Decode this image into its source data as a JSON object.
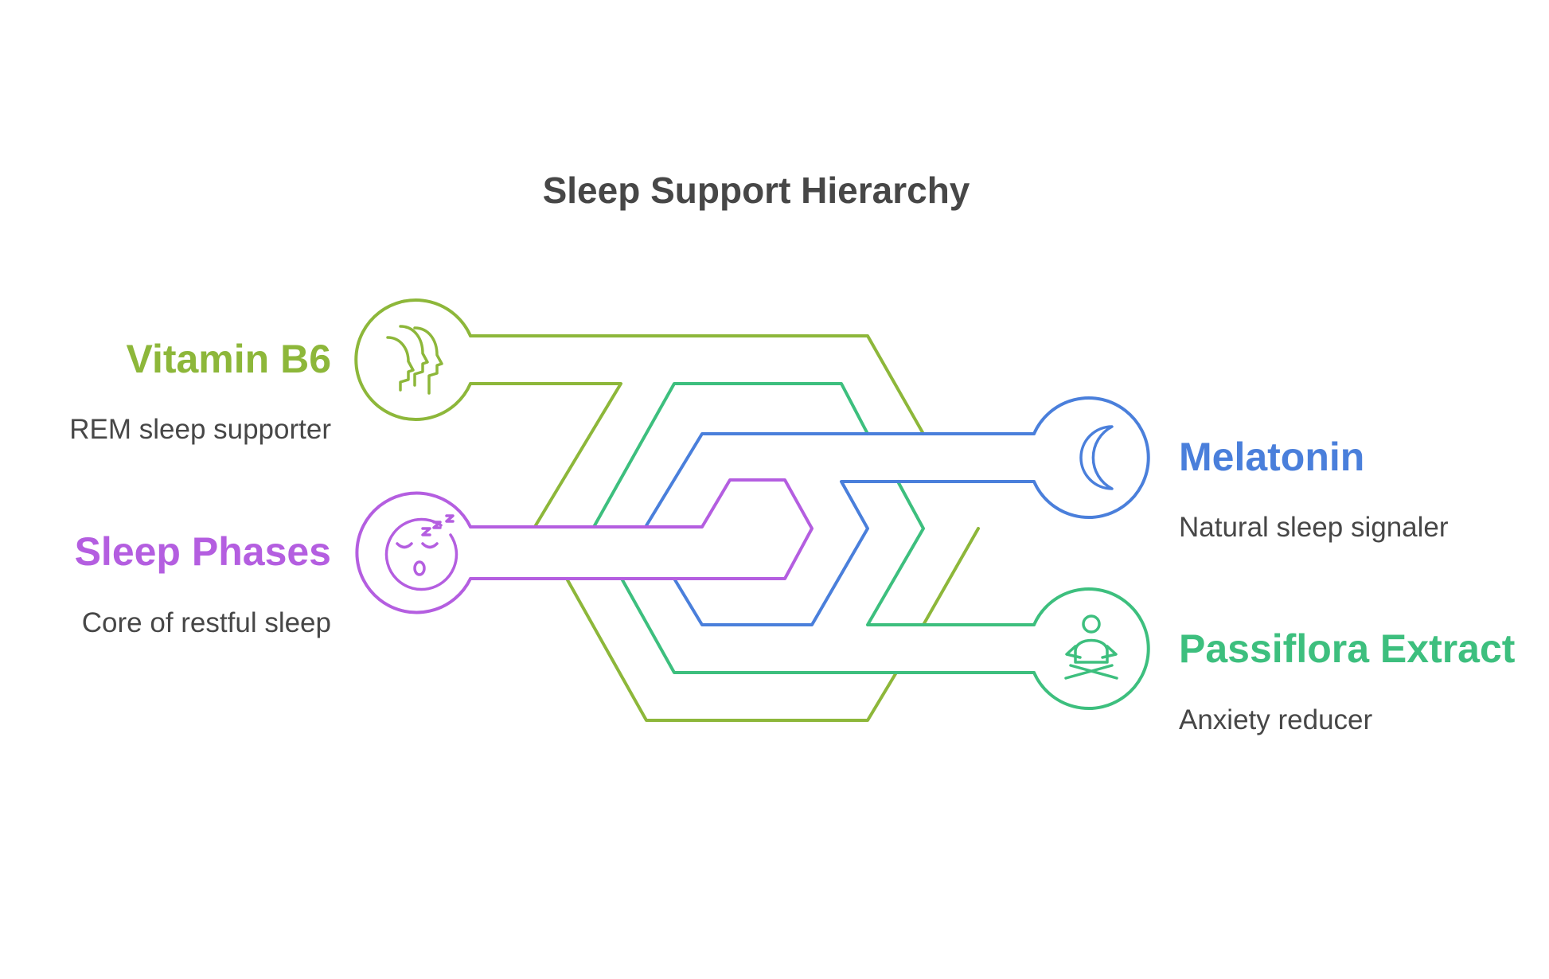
{
  "title": "Sleep Support Hierarchy",
  "items": [
    {
      "key": "vitamin-b6",
      "label": "Vitamin B6",
      "description": "REM sleep supporter",
      "color": "#8DB73A",
      "icon": "faces-icon"
    },
    {
      "key": "melatonin",
      "label": "Melatonin",
      "description": "Natural sleep signaler",
      "color": "#4A7FDB",
      "icon": "moon-icon"
    },
    {
      "key": "sleep-phases",
      "label": "Sleep Phases",
      "description": "Core of restful sleep",
      "color": "#B45EE0",
      "icon": "sleeping-face-icon"
    },
    {
      "key": "passiflora",
      "label": "Passiflora Extract",
      "description": "Anxiety reducer",
      "color": "#3DBF7E",
      "icon": "meditation-icon"
    }
  ]
}
